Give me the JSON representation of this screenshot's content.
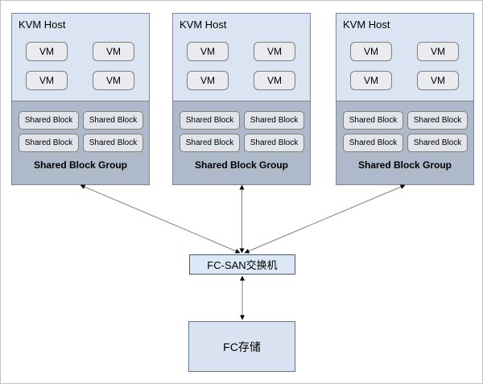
{
  "diagram": {
    "hosts": [
      {
        "title": "KVM Host",
        "vms": [
          "VM",
          "VM",
          "VM",
          "VM"
        ],
        "shared_blocks": [
          "Shared Block",
          "Shared Block",
          "Shared Block",
          "Shared Block"
        ],
        "group_label": "Shared Block Group"
      },
      {
        "title": "KVM Host",
        "vms": [
          "VM",
          "VM",
          "VM",
          "VM"
        ],
        "shared_blocks": [
          "Shared Block",
          "Shared Block",
          "Shared Block",
          "Shared Block"
        ],
        "group_label": "Shared Block Group"
      },
      {
        "title": "KVM Host",
        "vms": [
          "VM",
          "VM",
          "VM",
          "VM"
        ],
        "shared_blocks": [
          "Shared Block",
          "Shared Block",
          "Shared Block",
          "Shared Block"
        ],
        "group_label": "Shared Block Group"
      }
    ],
    "switch": {
      "label": "FC-SAN交换机"
    },
    "storage": {
      "label": "FC存储"
    },
    "connections": [
      {
        "from": "shared-block-group-1",
        "to": "fc-san-switch",
        "bidirectional": true
      },
      {
        "from": "shared-block-group-2",
        "to": "fc-san-switch",
        "bidirectional": true
      },
      {
        "from": "shared-block-group-3",
        "to": "fc-san-switch",
        "bidirectional": true
      },
      {
        "from": "fc-san-switch",
        "to": "fc-storage",
        "bidirectional": true
      }
    ],
    "colors": {
      "host_top_fill": "#dbe4f2",
      "host_border": "#7b8698",
      "group_fill": "#aeb9c9",
      "vm_fill": "#e9ebee",
      "vm_border": "#7f7f7f",
      "shared_block_fill": "#e1e4ea",
      "switch_fill": "#dde8f7",
      "switch_border": "#505b6b",
      "storage_fill": "#dae3f1",
      "storage_border": "#667593",
      "connector_line": "#7f7f7f",
      "arrowhead": "#000000"
    }
  }
}
